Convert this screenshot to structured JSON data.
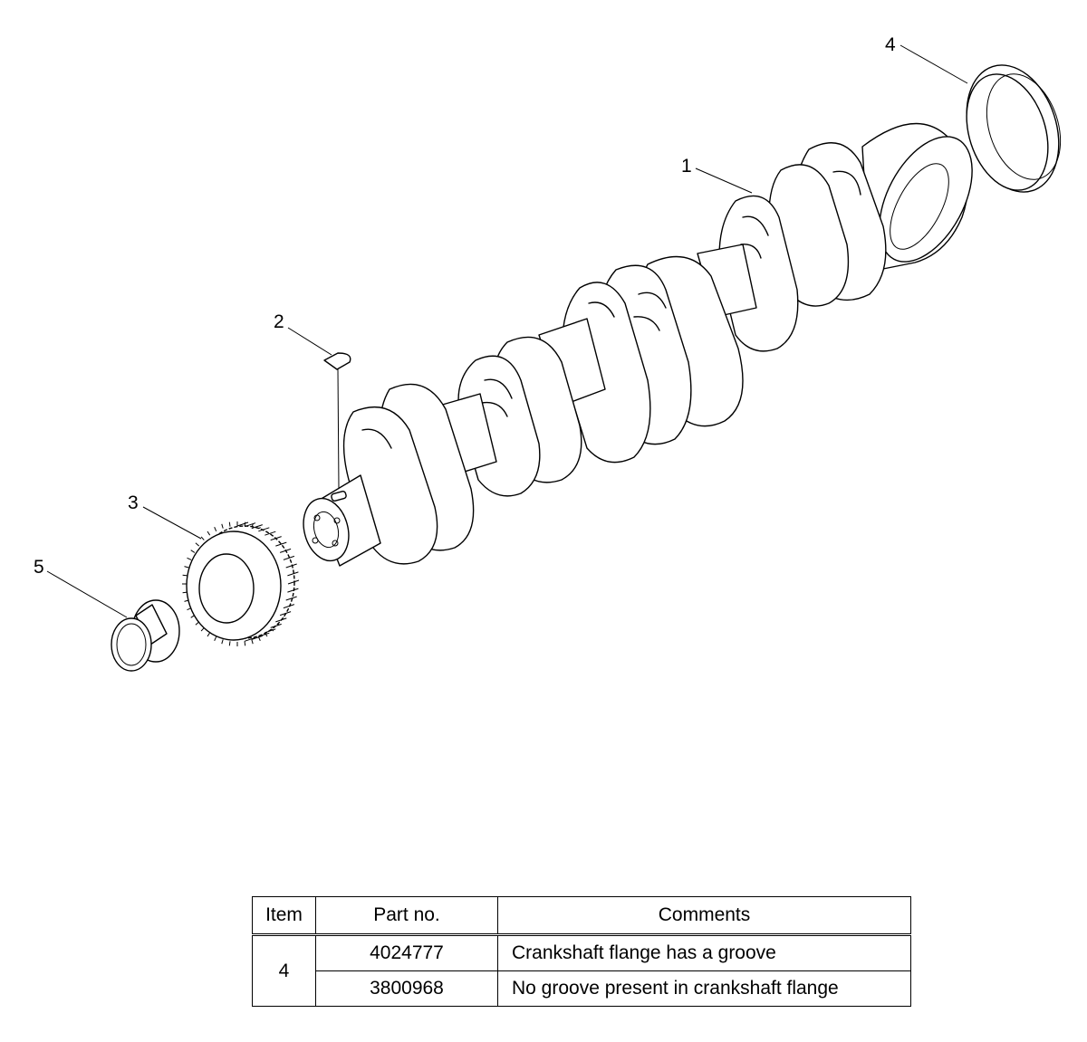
{
  "callouts": [
    {
      "id": "1",
      "label": "1"
    },
    {
      "id": "2",
      "label": "2"
    },
    {
      "id": "3",
      "label": "3"
    },
    {
      "id": "4",
      "label": "4"
    },
    {
      "id": "5",
      "label": "5"
    }
  ],
  "table": {
    "headers": {
      "item": "Item",
      "part_no": "Part no.",
      "comments": "Comments"
    },
    "item": "4",
    "rows": [
      {
        "part_no": "4024777",
        "comment": "Crankshaft flange has a groove"
      },
      {
        "part_no": "3800968",
        "comment": "No groove present in crankshaft flange"
      }
    ]
  }
}
